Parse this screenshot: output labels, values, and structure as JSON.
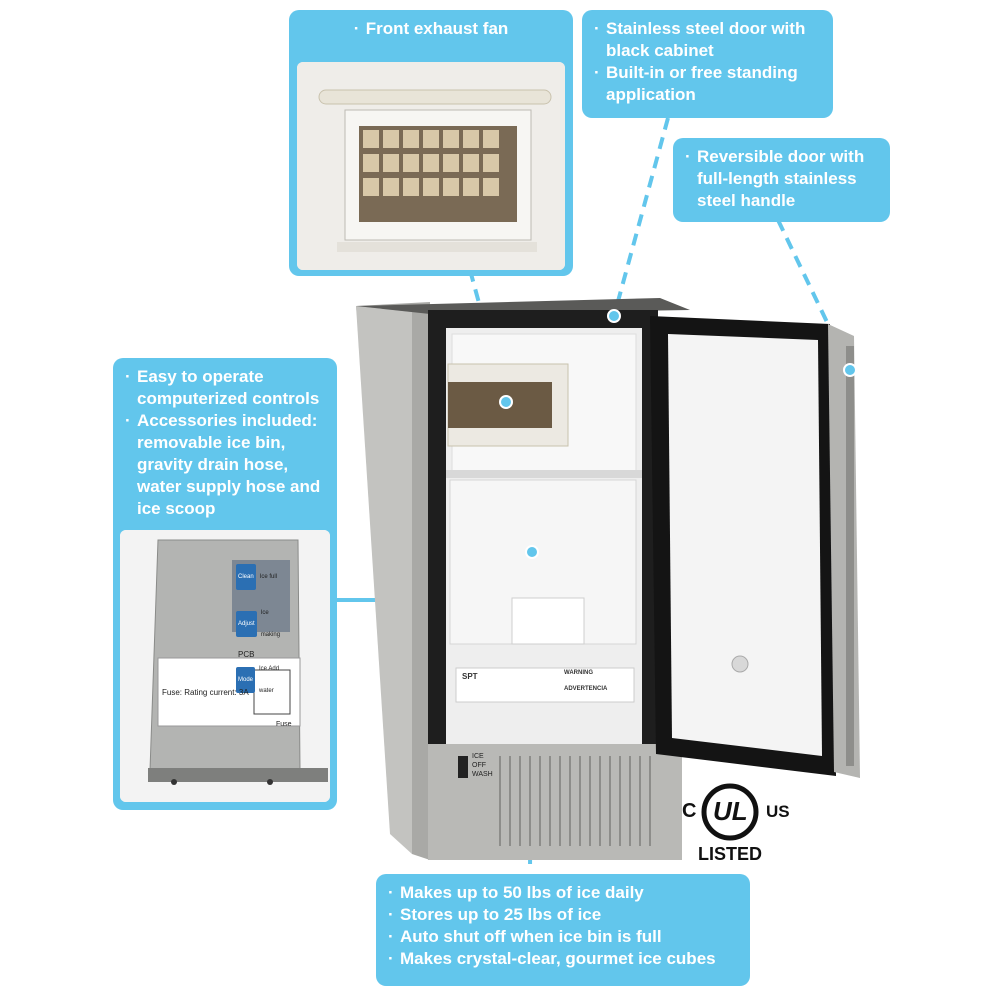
{
  "callouts": {
    "front_exhaust_fan": [
      "Front exhaust fan"
    ],
    "door_cabinet": [
      "Stainless steel door with black cabinet",
      "Built-in or free standing application"
    ],
    "reversible_door": [
      "Reversible door with full-length stainless steel handle"
    ],
    "controls_accessories": [
      "Easy to operate computerized controls",
      "Accessories included: removable ice bin, gravity drain hose, water supply hose and ice scoop"
    ],
    "ice_features": [
      "Makes up to 50 lbs of ice daily",
      "Stores up to 25 lbs of ice",
      "Auto shut off when ice bin is full",
      "Makes crystal-clear, gourmet ice cubes"
    ]
  },
  "control_panel": {
    "buttons": [
      "Clean",
      "Adjust",
      "Mode"
    ],
    "indicators": [
      "Ice full",
      "Ice making",
      "Ice Add water"
    ],
    "pcb_label": "PCB",
    "fuse_label": "Fuse: Rating current: 3A",
    "fuse_small": "Fuse"
  },
  "machine": {
    "switch_labels": [
      "ICE",
      "OFF",
      "WASH"
    ],
    "brand": "SPT",
    "warning_title": "WARNING",
    "advertencia": "ADVERTENCIA"
  },
  "certification": {
    "c": "C",
    "ul": "UL",
    "us": "US",
    "listed": "LISTED"
  },
  "colors": {
    "callout_bg": "#62c6ec",
    "stainless": "#b9b9b6",
    "cabinet_black": "#1e1e1e"
  }
}
